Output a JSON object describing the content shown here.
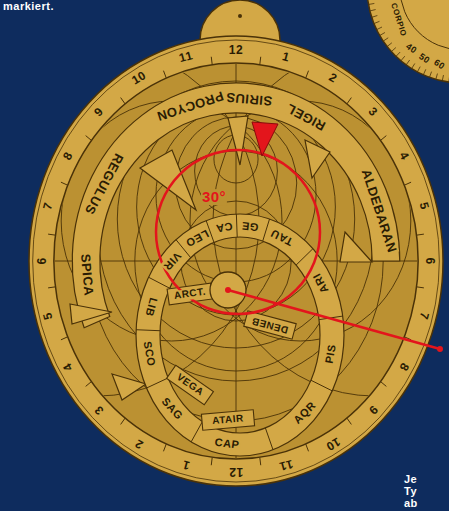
{
  "diagram": {
    "labels": [
      "markiert.",
      "12",
      "1",
      "2",
      "3",
      "4",
      "5",
      "6",
      "7",
      "8",
      "9",
      "10",
      "11",
      "12",
      "1",
      "2",
      "3",
      "4",
      "5",
      "6",
      "7",
      "8",
      "9",
      "10",
      "11",
      "SPICA",
      "REGULUS",
      "PROCYON",
      "SIRIUS",
      "RIGEL",
      "ALDEBARAN",
      "VIR",
      "LEO",
      "CA",
      "GE",
      "TAU",
      "ARI",
      "PIS",
      "AQR",
      "CAP",
      "SAG",
      "SCO",
      "LIB",
      "ARCT.",
      "DENEB",
      "VEGA",
      "ATAIR",
      "30°",
      "CORPIO",
      "40",
      "50",
      "60",
      "Je",
      "Ty",
      "ab"
    ]
  }
}
